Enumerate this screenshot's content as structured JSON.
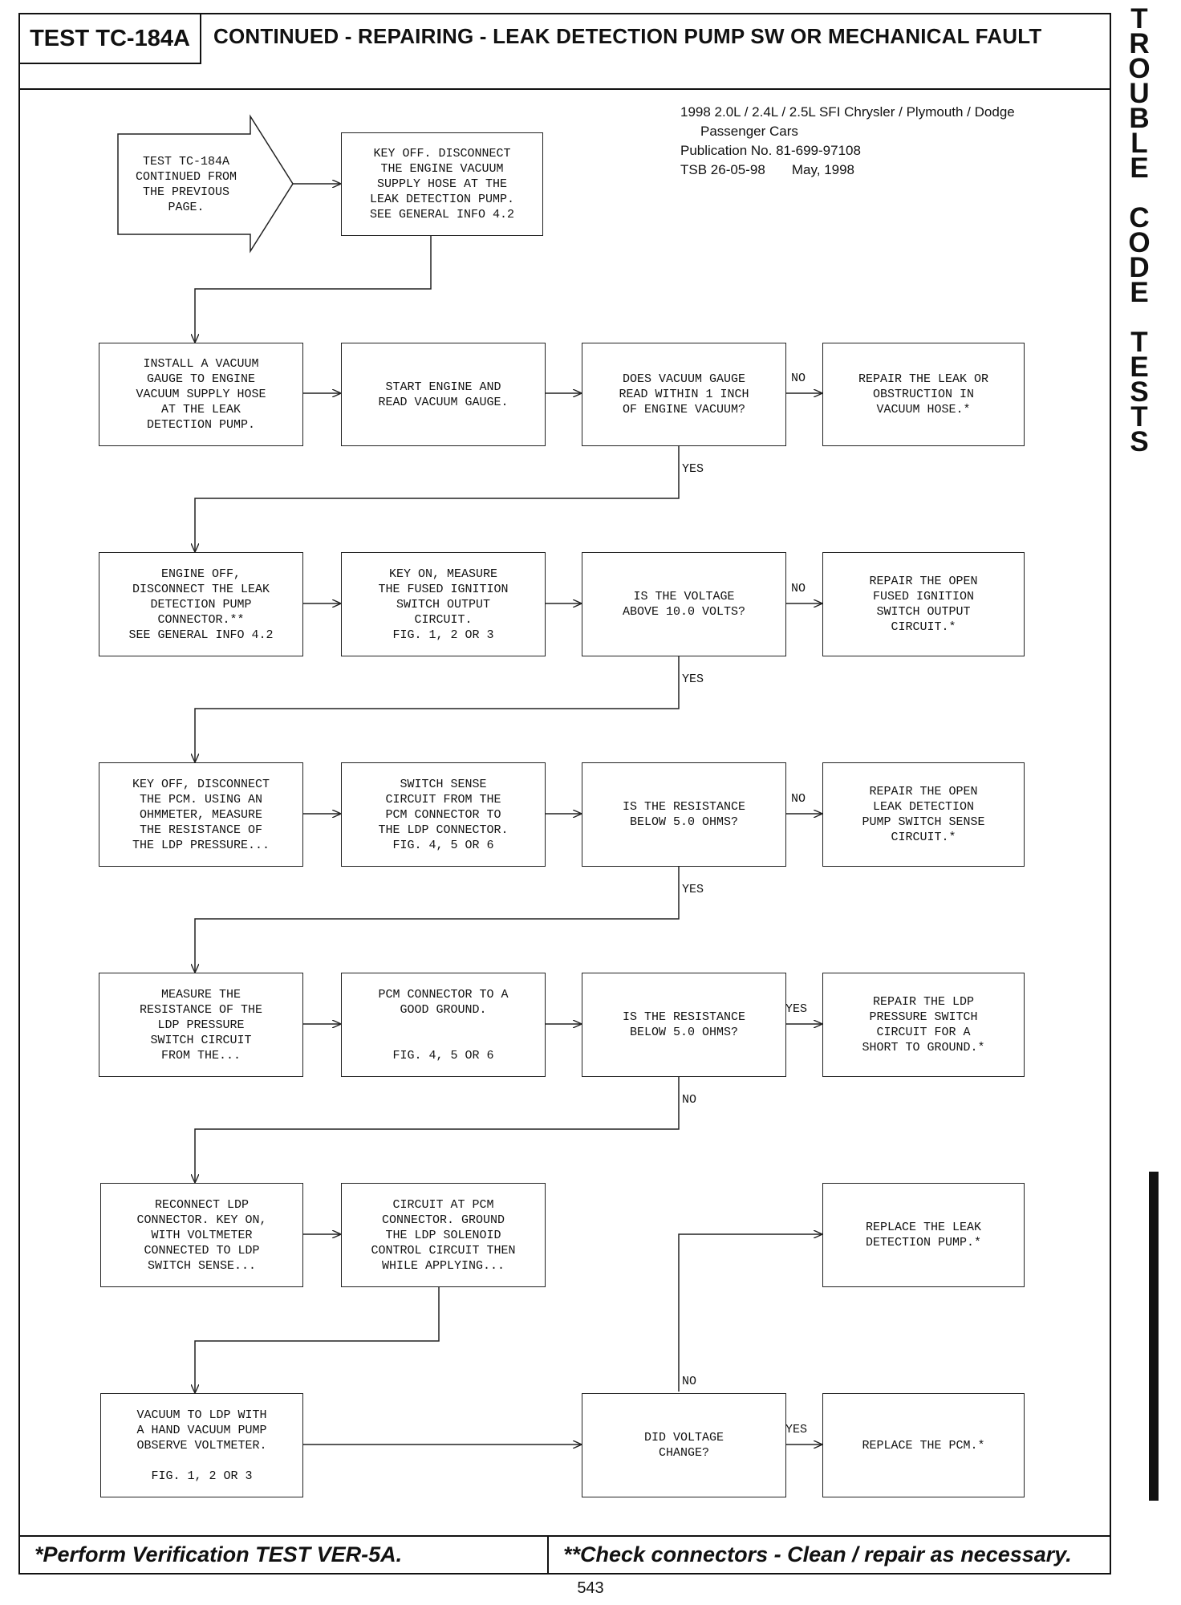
{
  "header": {
    "test_id": "TEST TC-184A",
    "title": "CONTINUED - REPAIRING - LEAK DETECTION PUMP SW OR MECHANICAL FAULT"
  },
  "publication": {
    "line1": "1998 2.0L / 2.4L / 2.5L SFI Chrysler / Plymouth / Dodge",
    "line2": "Passenger Cars",
    "line3": "Publication No. 81-699-97108",
    "line4": "TSB 26-05-98       May, 1998"
  },
  "side_tab": {
    "word1": [
      "T",
      "R",
      "O",
      "U",
      "B",
      "L",
      "E"
    ],
    "word2": [
      "C",
      "O",
      "D",
      "E"
    ],
    "word3": [
      "T",
      "E",
      "S",
      "T",
      "S"
    ]
  },
  "flow": {
    "start": "TEST TC-184A\nCONTINUED FROM\nTHE PREVIOUS\nPAGE.",
    "key_off_disconnect_vacuum": "KEY OFF. DISCONNECT\nTHE ENGINE VACUUM\nSUPPLY HOSE AT THE\nLEAK DETECTION PUMP.\nSEE GENERAL INFO 4.2",
    "install_vacuum_gauge": "INSTALL A VACUUM\nGAUGE TO ENGINE\nVACUUM SUPPLY HOSE\nAT THE LEAK\nDETECTION PUMP.",
    "start_engine": "START ENGINE AND\nREAD VACUUM GAUGE.",
    "q_vacuum": "DOES VACUUM GAUGE\nREAD WITHIN 1 INCH\nOF ENGINE VACUUM?",
    "repair_vacuum_hose": "REPAIR THE LEAK OR\nOBSTRUCTION IN\nVACUUM HOSE.*",
    "engine_off_disconnect_ldp": "ENGINE OFF,\nDISCONNECT THE LEAK\nDETECTION PUMP\nCONNECTOR.**\nSEE GENERAL INFO 4.2",
    "key_on_measure": "KEY ON, MEASURE\nTHE FUSED IGNITION\nSWITCH OUTPUT\nCIRCUIT.\nFIG. 1, 2 OR 3",
    "q_voltage": "IS THE VOLTAGE\nABOVE 10.0 VOLTS?",
    "repair_fused_ignition": "REPAIR THE OPEN\nFUSED IGNITION\nSWITCH OUTPUT\nCIRCUIT.*",
    "key_off_disconnect_pcm": "KEY OFF, DISCONNECT\nTHE PCM. USING AN\nOHMMETER, MEASURE\nTHE RESISTANCE OF\nTHE LDP PRESSURE...",
    "switch_sense_circuit": "SWITCH SENSE\nCIRCUIT FROM THE\nPCM CONNECTOR TO\nTHE LDP CONNECTOR.\nFIG. 4, 5 OR 6",
    "q_resistance_1": "IS THE RESISTANCE\nBELOW 5.0 OHMS?",
    "repair_switch_sense": "REPAIR THE OPEN\nLEAK DETECTION\nPUMP SWITCH SENSE\nCIRCUIT.*",
    "measure_resistance": "MEASURE THE\nRESISTANCE OF THE\nLDP PRESSURE\nSWITCH CIRCUIT\nFROM THE...",
    "pcm_connector_ground": "PCM CONNECTOR TO A\nGOOD GROUND.\n\n\nFIG. 4, 5 OR 6",
    "q_resistance_2": "IS THE RESISTANCE\nBELOW 5.0 OHMS?",
    "repair_short_ground": "REPAIR THE LDP\nPRESSURE SWITCH\nCIRCUIT FOR A\nSHORT TO GROUND.*",
    "reconnect_ldp": "RECONNECT LDP\nCONNECTOR. KEY ON,\nWITH VOLTMETER\nCONNECTED TO LDP\nSWITCH SENSE...",
    "circuit_at_pcm": "CIRCUIT AT PCM\nCONNECTOR. GROUND\nTHE LDP SOLENOID\nCONTROL CIRCUIT THEN\nWHILE APPLYING...",
    "replace_ldp": "REPLACE THE LEAK\nDETECTION PUMP.*",
    "vacuum_to_ldp": "VACUUM TO LDP WITH\nA HAND VACUUM PUMP\nOBSERVE VOLTMETER.\n\nFIG. 1, 2 OR 3",
    "q_voltage_change": "DID VOLTAGE\nCHANGE?",
    "replace_pcm": "REPLACE THE PCM.*",
    "labels": {
      "yes": "YES",
      "no": "NO"
    }
  },
  "footer": {
    "left": "*Perform Verification TEST VER-5A.",
    "right": "**Check connectors - Clean / repair as necessary."
  },
  "page_number": "543"
}
